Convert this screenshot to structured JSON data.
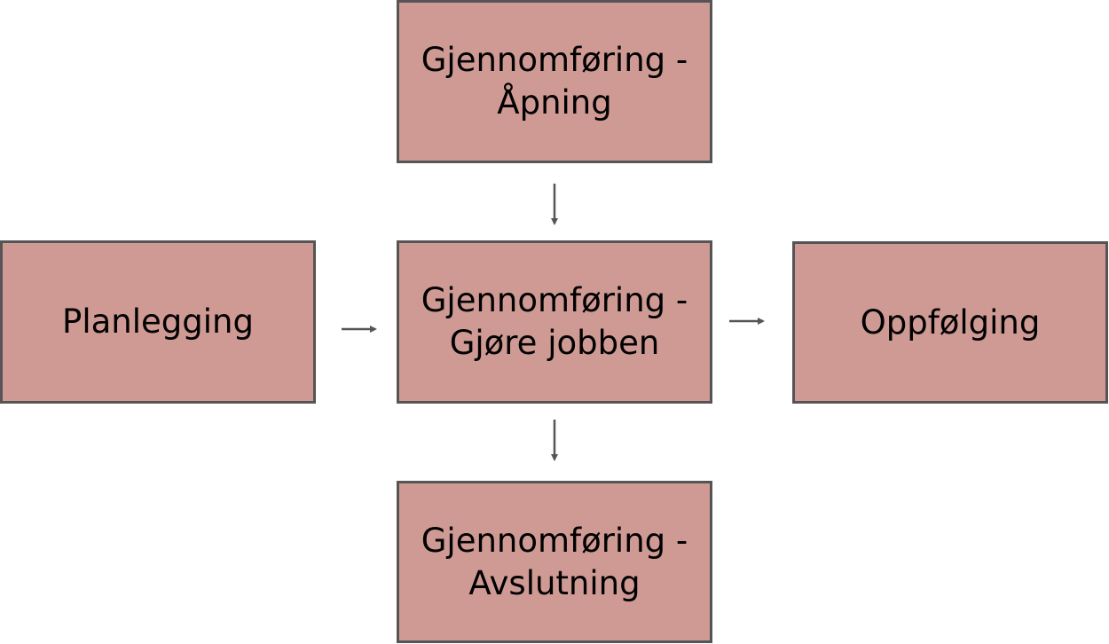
{
  "diagram": {
    "colors": {
      "box_fill": "#cf9a94",
      "box_border": "#555555",
      "arrow": "#555555",
      "text": "#000000",
      "background": "#ffffff"
    },
    "nodes": {
      "top": {
        "line1": "Gjennomføring -",
        "line2": "Åpning"
      },
      "left": {
        "line1": "Planlegging"
      },
      "center": {
        "line1": "Gjennomføring -",
        "line2": "Gjøre jobben"
      },
      "right": {
        "line1": "Oppfølging"
      },
      "bottom": {
        "line1": "Gjennomføring -",
        "line2": "Avslutning"
      }
    },
    "edges": [
      {
        "from": "top",
        "to": "center"
      },
      {
        "from": "left",
        "to": "center"
      },
      {
        "from": "center",
        "to": "right"
      },
      {
        "from": "center",
        "to": "bottom"
      }
    ]
  }
}
